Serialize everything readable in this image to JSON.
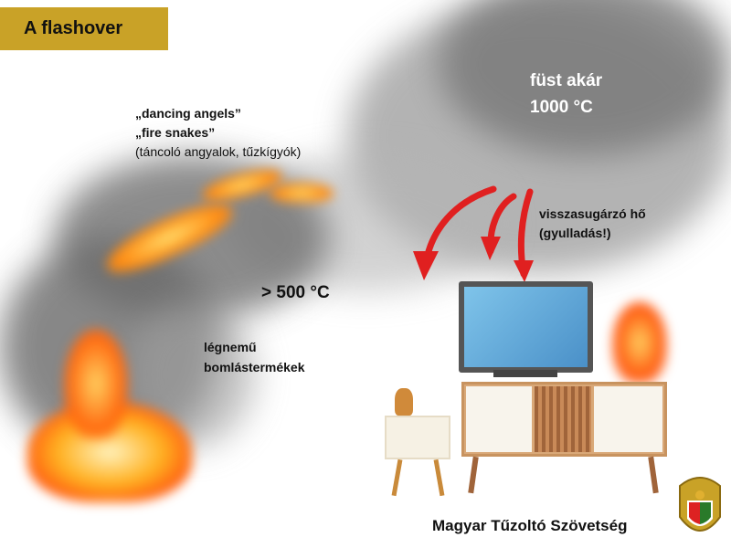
{
  "title": "A flashover",
  "labels": {
    "dancing_angels": "„dancing angels”",
    "fire_snakes": "„fire snakes”",
    "translation": "(táncoló angyalok, tűzkígyók)",
    "smoke_line1": "füst akár",
    "smoke_line2": "1000 °C",
    "radiant_line1": "visszasugárzó hő",
    "radiant_line2": "(gyulladás!)",
    "temperature": "> 500 °C",
    "gas_line1": "légnemű",
    "gas_line2": "bomlástermékek"
  },
  "footer": {
    "organization": "Magyar Tűzoltó Szövetség"
  },
  "logo": {
    "name": "Magyar Tűzoltó Szövetség emblem"
  },
  "colors": {
    "title_bg": "#c9a227",
    "arrow": "#e02020",
    "smoke": "#8a8a8a"
  }
}
